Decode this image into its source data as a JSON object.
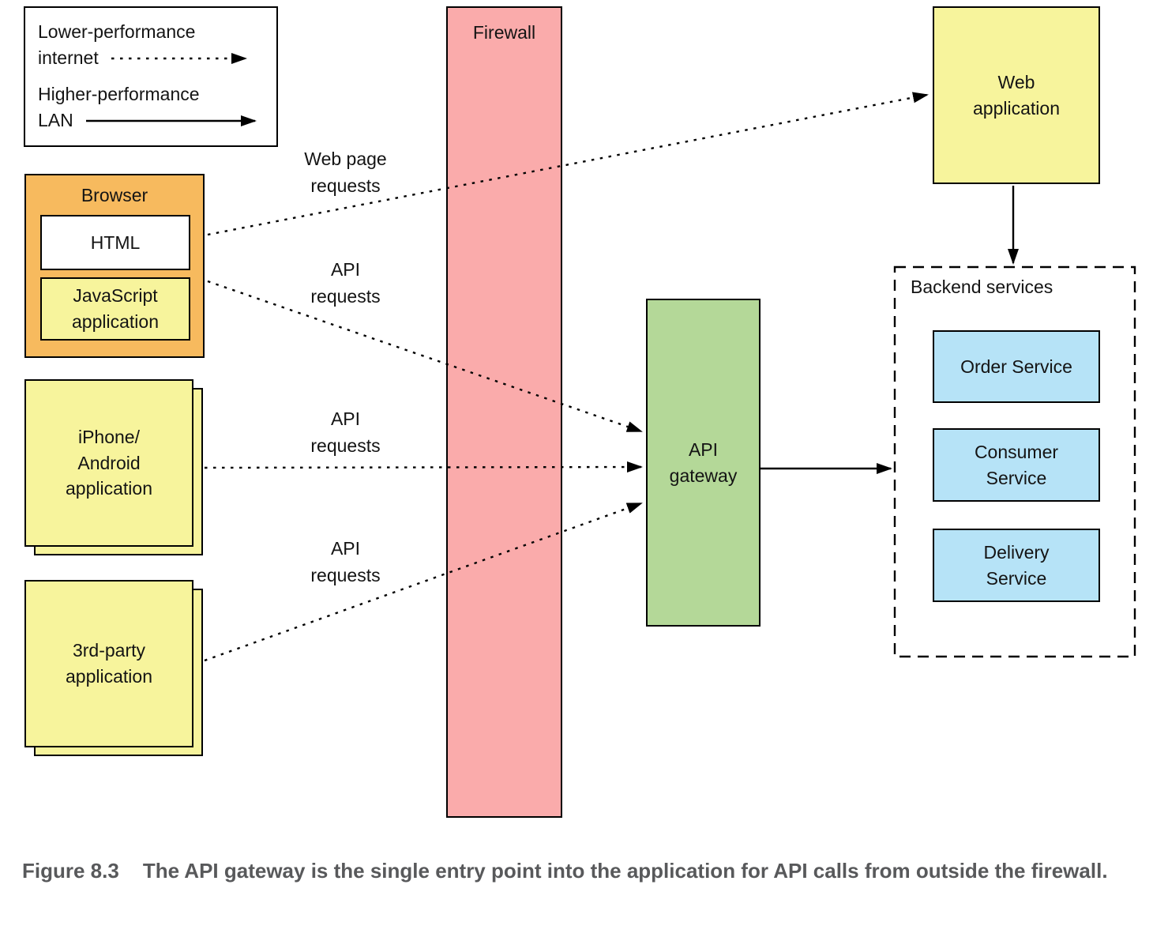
{
  "legend": {
    "items": [
      {
        "line1": "Lower-performance",
        "line2": "internet",
        "style": "dotted"
      },
      {
        "line1": "Higher-performance",
        "line2": "LAN",
        "style": "solid"
      }
    ]
  },
  "nodes": {
    "firewall": {
      "label": "Firewall"
    },
    "browser": {
      "title": "Browser",
      "html": {
        "label": "HTML"
      },
      "js_app": {
        "label": [
          "JavaScript",
          "application"
        ]
      }
    },
    "mobile_app": {
      "label": [
        "iPhone/",
        "Android",
        "application"
      ]
    },
    "third_party_app": {
      "label": [
        "3rd-party",
        "application"
      ]
    },
    "web_app": {
      "label": [
        "Web",
        "application"
      ]
    },
    "api_gateway": {
      "label": [
        "API",
        "gateway"
      ]
    },
    "backend": {
      "title": "Backend services",
      "services": [
        {
          "label": "Order Service"
        },
        {
          "label": [
            "Consumer",
            "Service"
          ]
        },
        {
          "label": [
            "Delivery",
            "Service"
          ]
        }
      ]
    }
  },
  "edge_labels": [
    {
      "label": [
        "Web page",
        "requests"
      ]
    },
    {
      "label": [
        "API",
        "requests"
      ]
    },
    {
      "label": [
        "API",
        "requests"
      ]
    },
    {
      "label": [
        "API",
        "requests"
      ]
    }
  ],
  "colors": {
    "browser_fill": "#F7BA5E",
    "yellow_fill": "#F7F49C",
    "white_fill": "#FFFFFF",
    "firewall_fill": "#FAABAB",
    "gateway_fill": "#B4D898",
    "service_fill": "#B6E3F7",
    "line_color": "#000000",
    "caption_color": "#58595B"
  },
  "caption": {
    "label": "Figure 8.3",
    "text": "The API gateway is the single entry point into the application for API calls from outside the firewall."
  }
}
